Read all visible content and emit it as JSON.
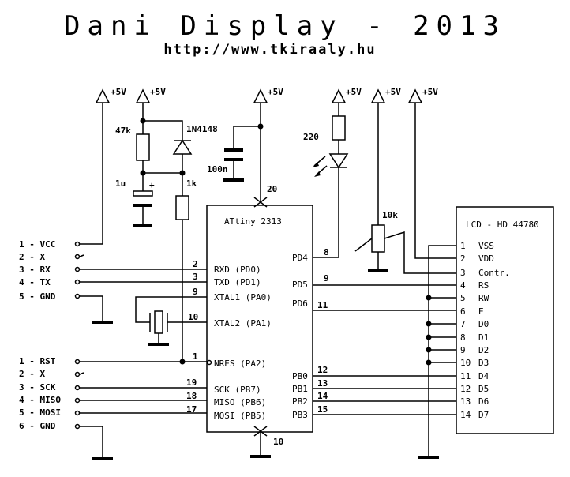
{
  "title": "Dani Display - 2013",
  "url": "http://www.tkiraaly.hu",
  "supply_label": "+5V",
  "mcu": {
    "name": "ATtiny 2313",
    "vcc_pin": "20",
    "gnd_pin": "10",
    "left_pins": [
      {
        "num": "2",
        "label": "RXD (PD0)"
      },
      {
        "num": "3",
        "label": "TXD (PD1)"
      },
      {
        "num": "9",
        "label": "XTAL1 (PA0)"
      },
      {
        "num": "10",
        "label": "XTAL2 (PA1)"
      },
      {
        "num": "1",
        "label": "NRES (PA2)"
      },
      {
        "num": "19",
        "label": "SCK (PB7)"
      },
      {
        "num": "18",
        "label": "MISO (PB6)"
      },
      {
        "num": "17",
        "label": "MOSI (PB5)"
      }
    ],
    "right_pins": [
      {
        "num": "8",
        "label": "PD4"
      },
      {
        "num": "9",
        "label": "PD5"
      },
      {
        "num": "11",
        "label": "PD6"
      },
      {
        "num": "12",
        "label": "PB0"
      },
      {
        "num": "13",
        "label": "PB1"
      },
      {
        "num": "14",
        "label": "PB2"
      },
      {
        "num": "15",
        "label": "PB3"
      }
    ]
  },
  "lcd": {
    "name": "LCD - HD 44780",
    "pins": [
      {
        "num": "1",
        "label": "VSS"
      },
      {
        "num": "2",
        "label": "VDD"
      },
      {
        "num": "3",
        "label": "Contr."
      },
      {
        "num": "4",
        "label": "RS"
      },
      {
        "num": "5",
        "label": "RW"
      },
      {
        "num": "6",
        "label": "E"
      },
      {
        "num": "7",
        "label": "D0"
      },
      {
        "num": "8",
        "label": "D1"
      },
      {
        "num": "9",
        "label": "D2"
      },
      {
        "num": "10",
        "label": "D3"
      },
      {
        "num": "11",
        "label": "D4"
      },
      {
        "num": "12",
        "label": "D5"
      },
      {
        "num": "13",
        "label": "D6"
      },
      {
        "num": "14",
        "label": "D7"
      }
    ]
  },
  "serial_connector": [
    "1 - VCC",
    "2 - X",
    "3 - RX",
    "4 - TX",
    "5 - GND"
  ],
  "isp_connector": [
    "1 - RST",
    "2 - X",
    "3 - SCK",
    "4 - MISO",
    "5 - MOSI",
    "6 - GND"
  ],
  "components": {
    "r_pullup": "47k",
    "diode": "1N4148",
    "c_electrolytic": "1u",
    "r_series": "1k",
    "c_decoupling": "100n",
    "r_led": "220",
    "pot": "10k"
  }
}
